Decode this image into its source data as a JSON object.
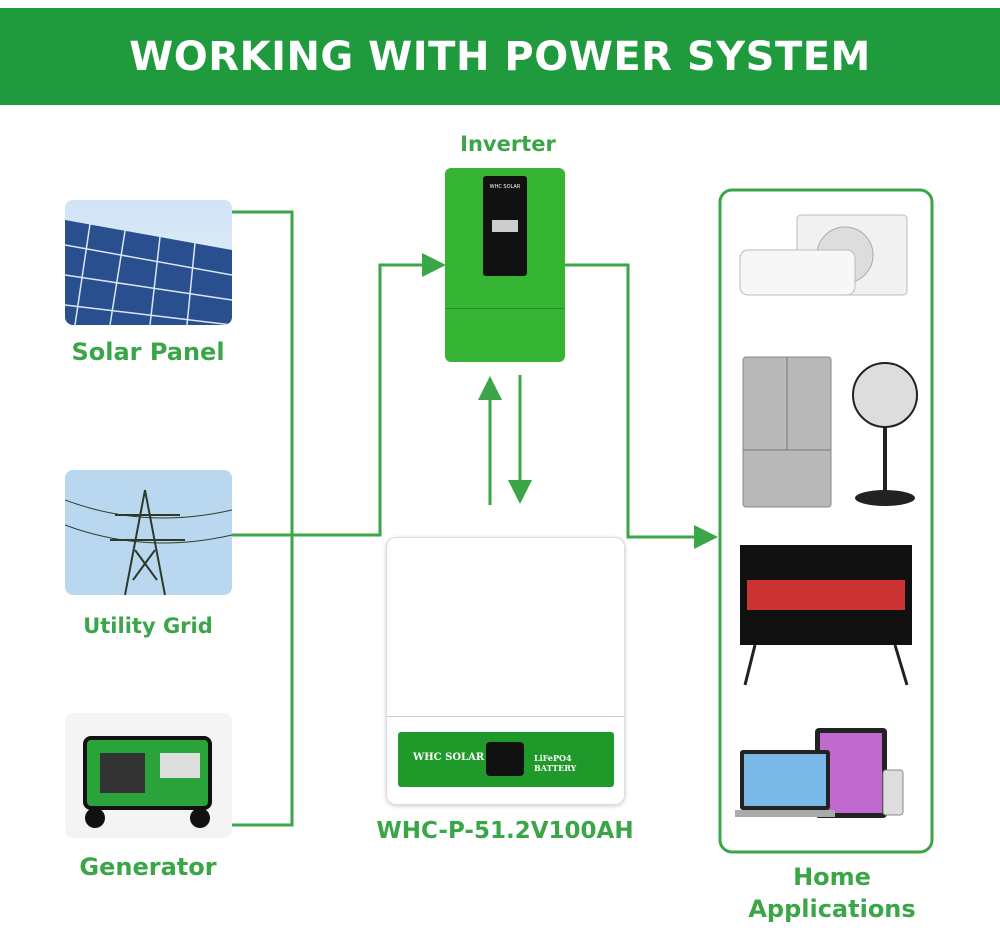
{
  "header": {
    "title": "WORKING WITH POWER SYSTEM"
  },
  "sources": [
    {
      "label": "Solar Panel"
    },
    {
      "label": "Utility Grid"
    },
    {
      "label": "Generator"
    }
  ],
  "inverter": {
    "label": "Inverter",
    "brand": "WHC SOLAR"
  },
  "battery": {
    "model": "WHC-P-51.2V100AH",
    "brand": "WHC SOLAR",
    "type": "LiFePO4 BATTERY"
  },
  "loads": {
    "label_line1": "Home",
    "label_line2": "Applications"
  },
  "colors": {
    "header": "#1f9a3d",
    "accent": "#3aa648"
  }
}
